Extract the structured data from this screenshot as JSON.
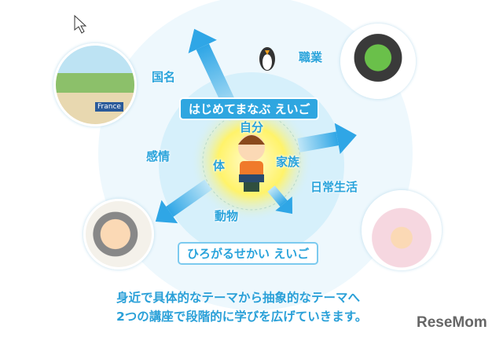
{
  "title_box_top": "はじめてまなぶ えいご",
  "title_box_bottom": "ひろがるせかい えいご",
  "inner_labels": {
    "self": "自分",
    "body": "体",
    "family": "家族"
  },
  "outer_labels": {
    "country": "国名",
    "job": "職業",
    "emotion": "感情",
    "daily_life": "日常生活",
    "animal": "動物"
  },
  "photo_captions": {
    "country": "France"
  },
  "caption_lines": [
    "身近で具体的なテーマから抽象的なテーマへ",
    "2つの講座で段階的に学びを広げていきます。"
  ],
  "logo": "ReseMom",
  "colors": {
    "accent": "#29a3db",
    "glow": "#fff59a",
    "circle_outer": "#eaf6fc",
    "circle_inner": "#d3eefa"
  }
}
